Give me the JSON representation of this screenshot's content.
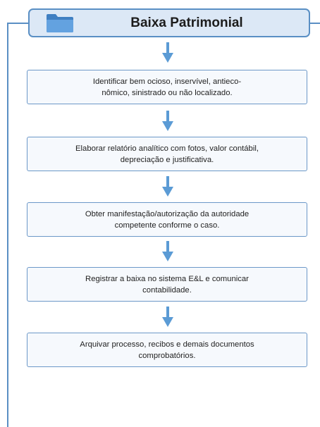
{
  "title": "Baixa Patrimonial",
  "colors": {
    "accent": "#5a8fc4",
    "arrow": "#5b9bd5",
    "title_fill": "#dce8f6",
    "step_fill": "#f6f9fd"
  },
  "icons": {
    "title": "folder-icon",
    "connector": "arrow-down-icon"
  },
  "steps": [
    {
      "line1": "Identificar bem ocioso, inservível, antieco-",
      "line2": "nômico, sinistrado ou não localizado."
    },
    {
      "line1": "Elaborar relatório analítico com fotos, valor contábil,",
      "line2": "depreciação e justificativa."
    },
    {
      "line1": "Obter manifestação/autorização da autoridade",
      "line2": "competente conforme o caso."
    },
    {
      "line1": "Registrar a baixa no sistema E&L e comunicar",
      "line2": "contabilidade."
    },
    {
      "line1": "Arquivar processo, recibos e demais documentos",
      "line2": "comprobatórios."
    }
  ]
}
